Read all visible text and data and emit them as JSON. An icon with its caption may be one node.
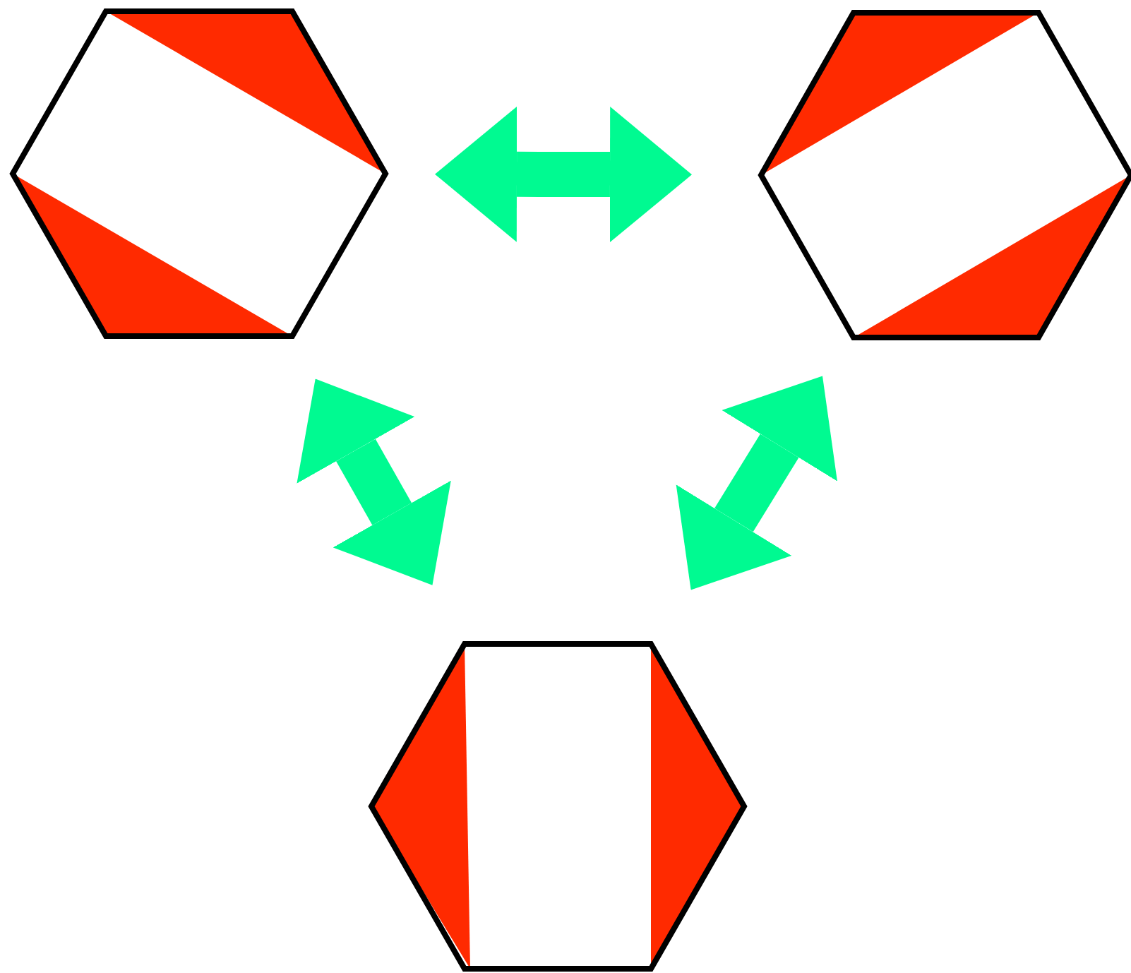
{
  "diagram": {
    "nodes": [
      {
        "text": [],
        "shape": "hexagon"
      },
      {
        "text": [],
        "shape": "hexagon"
      },
      {
        "text": [],
        "shape": "hexagon"
      }
    ],
    "edges": [
      {
        "from": 0,
        "to": 1,
        "arrow": "both"
      },
      {
        "from": 0,
        "to": 2,
        "arrow": "both"
      },
      {
        "from": 1,
        "to": 2,
        "arrow": "both"
      }
    ]
  }
}
